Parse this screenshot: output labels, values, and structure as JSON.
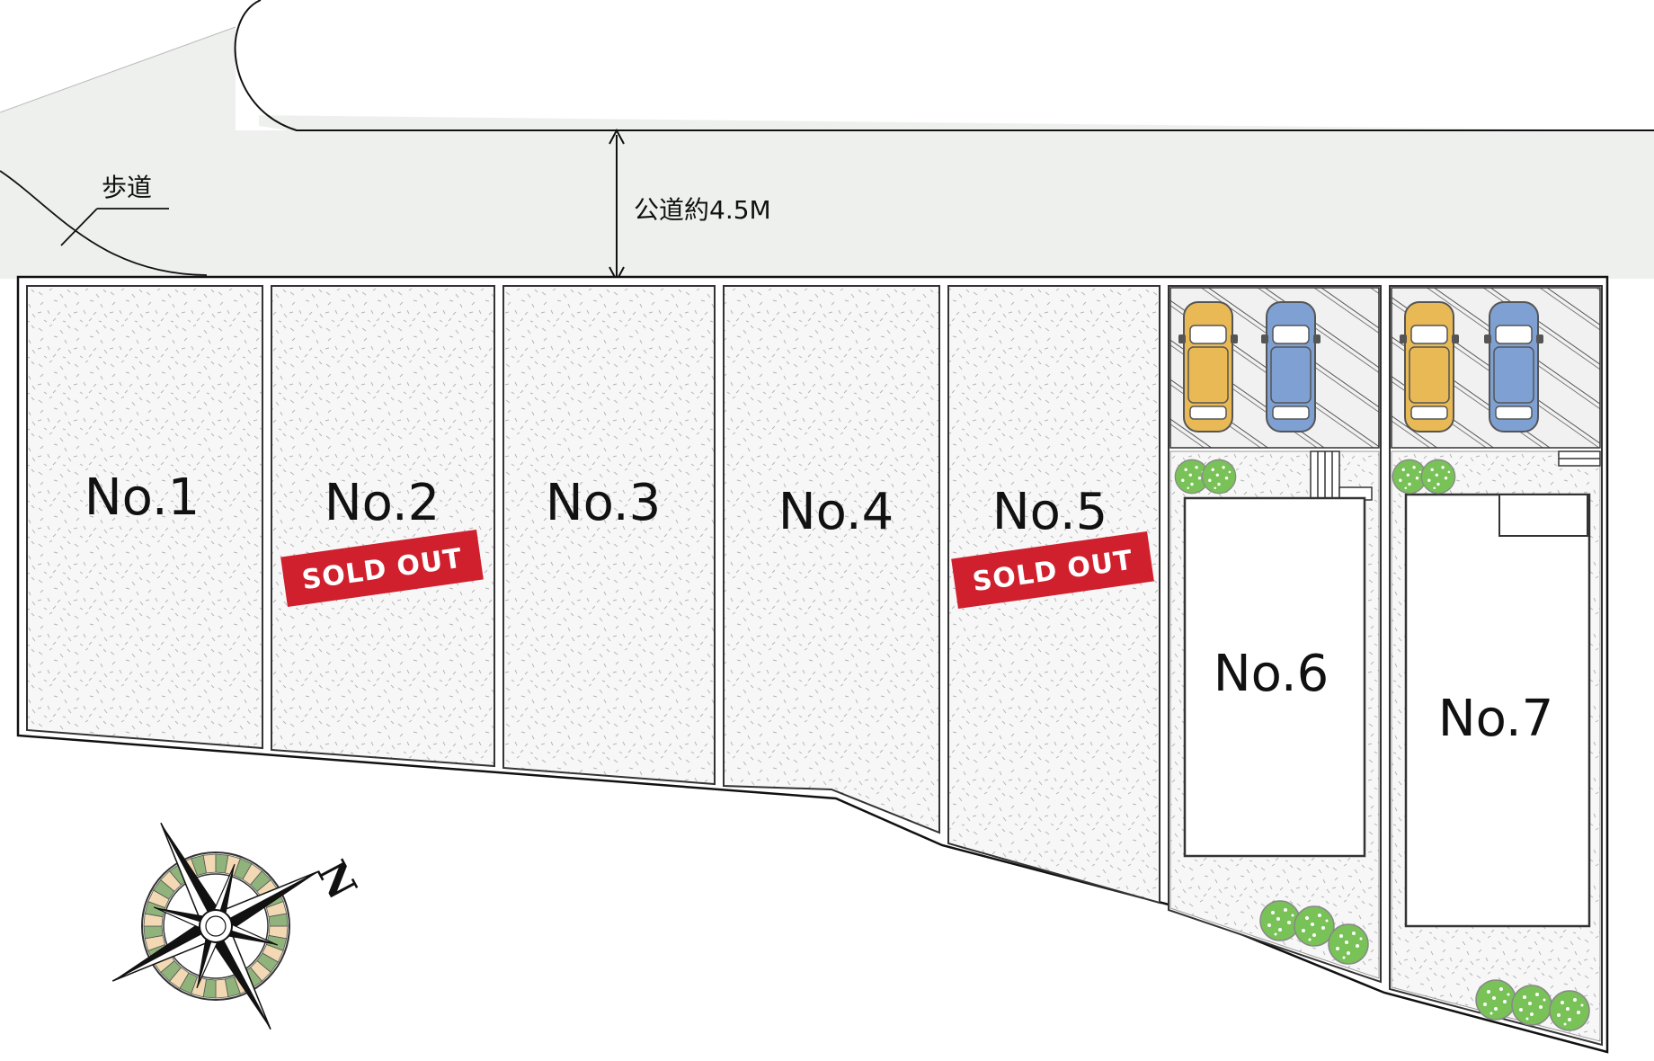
{
  "road": {
    "label": "公道約4.5M",
    "sidewalk_label": "歩道",
    "fill": "#eef0ee"
  },
  "lots": [
    {
      "id": "No.1",
      "label": "No.1",
      "status": ""
    },
    {
      "id": "No.2",
      "label": "No.2",
      "status": "SOLD OUT"
    },
    {
      "id": "No.3",
      "label": "No.3",
      "status": ""
    },
    {
      "id": "No.4",
      "label": "No.4",
      "status": ""
    },
    {
      "id": "No.5",
      "label": "No.5",
      "status": "SOLD OUT"
    },
    {
      "id": "No.6",
      "label": "No.6",
      "status": ""
    },
    {
      "id": "No.7",
      "label": "No.7",
      "status": ""
    }
  ],
  "compass": {
    "north_label": "N"
  },
  "colors": {
    "sold_badge": "#d0202e",
    "car_yellow": "#e9b955",
    "car_blue": "#7ea0d2",
    "tree_green": "#6fbf4f",
    "lot_fill": "#f6f6f6",
    "compass_green": "#8fb37a",
    "compass_tan": "#f2d9b4"
  }
}
